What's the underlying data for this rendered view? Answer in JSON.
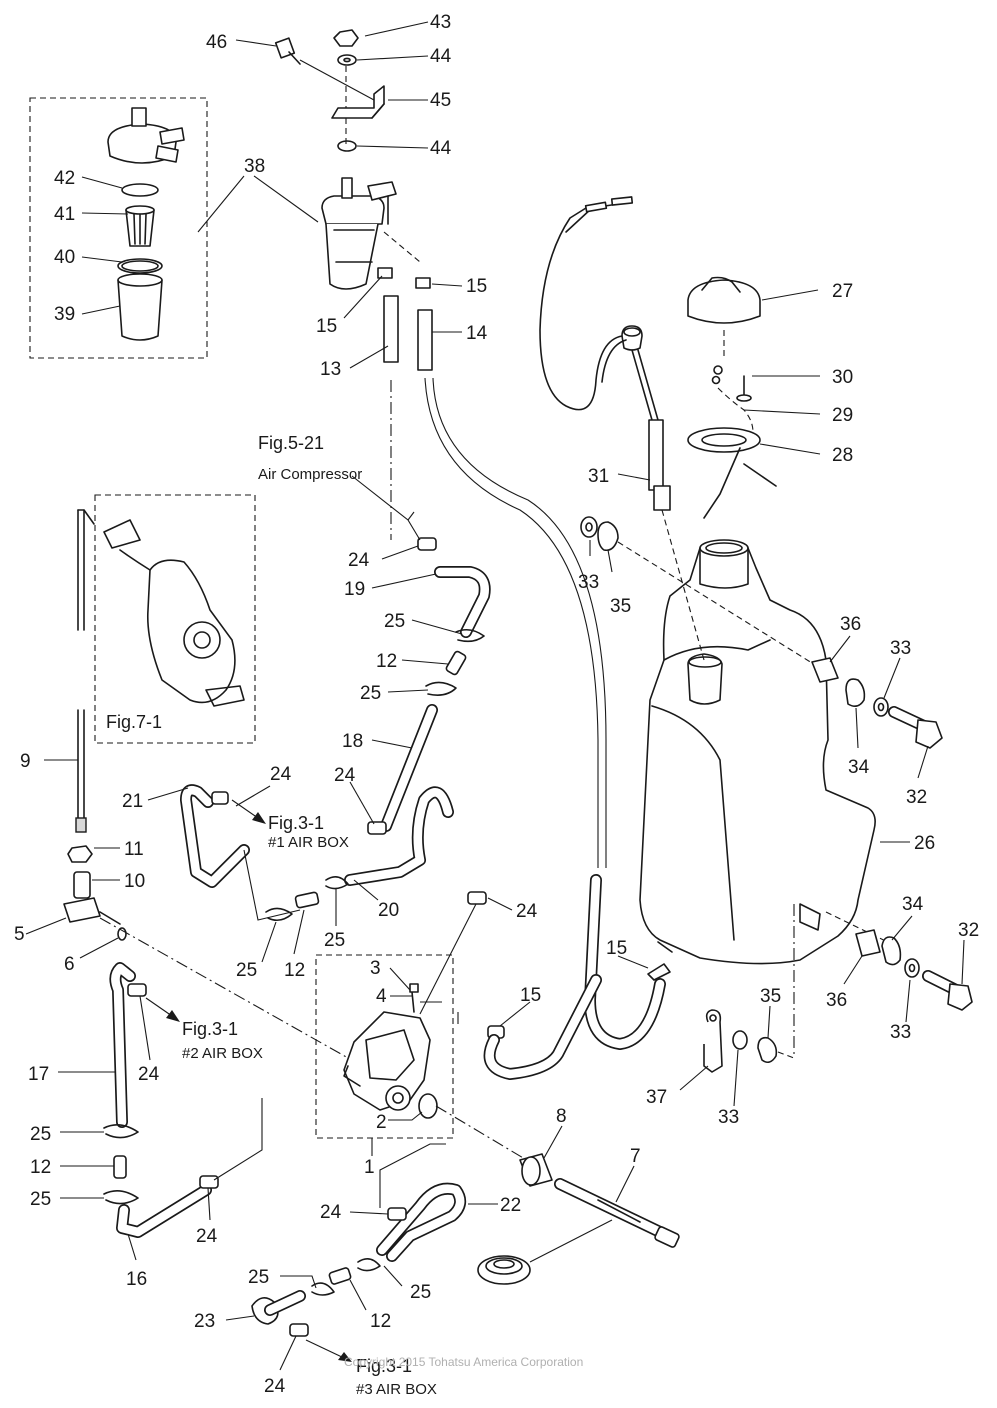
{
  "callouts": {
    "c43": "43",
    "c44a": "44",
    "c46": "46",
    "c45": "45",
    "c44b": "44",
    "c38": "38",
    "c42": "42",
    "c41": "41",
    "c40": "40",
    "c39": "39",
    "c15a": "15",
    "c15b": "15",
    "c14": "14",
    "c13": "13",
    "c27": "27",
    "c30": "30",
    "c29": "29",
    "c28": "28",
    "c31": "31",
    "c24a": "24",
    "c19": "19",
    "c25a": "25",
    "c12a": "12",
    "c25b": "25",
    "c18": "18",
    "c33a": "33",
    "c35a": "35",
    "c36a": "36",
    "c33b": "33",
    "c34a": "34",
    "c32a": "32",
    "c9": "9",
    "c21": "21",
    "c24b": "24",
    "c24c": "24",
    "c11": "11",
    "c10": "10",
    "c20": "20",
    "c26": "26",
    "c24d": "24",
    "c5": "5",
    "c6": "6",
    "c25c": "25",
    "c12b": "12",
    "c25d": "25",
    "c3": "3",
    "c4": "4",
    "c15c": "15",
    "c15d": "15",
    "c34b": "34",
    "c32b": "32",
    "c36b": "36",
    "c33c": "33",
    "c35b": "35",
    "c24e": "24",
    "c17": "17",
    "c2": "2",
    "c37": "37",
    "c33d": "33",
    "c8": "8",
    "c7": "7",
    "c1": "1",
    "c25e": "25",
    "c12c": "12",
    "c25f": "25",
    "c16": "16",
    "c24f": "24",
    "c24g": "24",
    "c22": "22",
    "c25g": "25",
    "c12d": "12",
    "c25h": "25",
    "c23": "23",
    "c24h": "24"
  },
  "references": {
    "fig5_21": "Fig.5-21",
    "air_compressor": "Air Compressor",
    "fig7_1": "Fig.7-1",
    "fig3_1_a": "Fig.3-1",
    "air_box_1": "#1 AIR BOX",
    "fig3_1_b": "Fig.3-1",
    "air_box_2": "#2 AIR BOX",
    "fig3_1_c": "Fig.3-1",
    "air_box_3": "#3 AIR BOX"
  },
  "watermark": "Copyright 2015 Tohatsu America Corporation"
}
